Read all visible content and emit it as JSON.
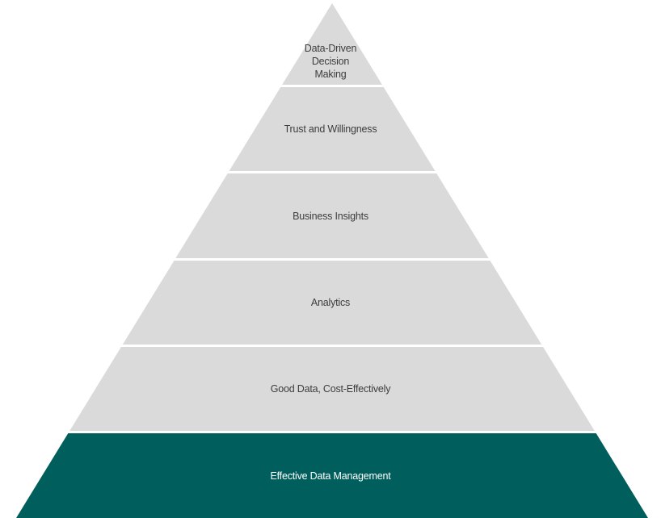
{
  "pyramid": {
    "tiers": [
      {
        "lines": [
          "Data-Driven",
          "Decision",
          "Making"
        ],
        "fill": "#dadada",
        "text_color": "#3d3d3d"
      },
      {
        "lines": [
          "Trust and Willingness"
        ],
        "fill": "#dadada",
        "text_color": "#3d3d3d"
      },
      {
        "lines": [
          "Business Insights"
        ],
        "fill": "#dadada",
        "text_color": "#3d3d3d"
      },
      {
        "lines": [
          "Analytics"
        ],
        "fill": "#dadada",
        "text_color": "#3d3d3d"
      },
      {
        "lines": [
          "Good Data, Cost-Effectively"
        ],
        "fill": "#dadada",
        "text_color": "#3d3d3d"
      },
      {
        "lines": [
          "Effective Data Management"
        ],
        "fill": "#005f5c",
        "text_color": "#ffffff"
      }
    ]
  }
}
